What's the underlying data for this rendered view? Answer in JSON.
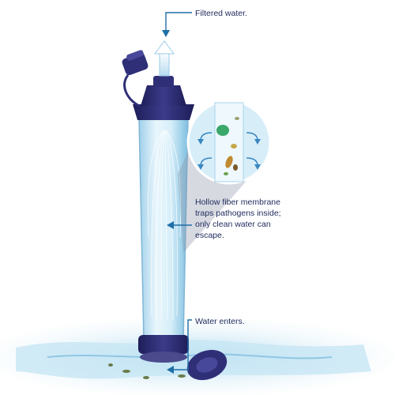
{
  "labels": {
    "filtered_water": "Filtered water.",
    "membrane": "Hollow fiber membrane traps pathogens inside; only clean water can escape.",
    "water_enters": "Water enters."
  },
  "colors": {
    "cap_navy": "#2f2f78",
    "arrow_blue": "#1f6ea6",
    "tube_light": "#d9eef8",
    "fiber_white": "#ffffff",
    "water_blue": "#8fc7e4",
    "callout_circle": "#bfe2f4",
    "label_text": "#1f2a5c"
  }
}
